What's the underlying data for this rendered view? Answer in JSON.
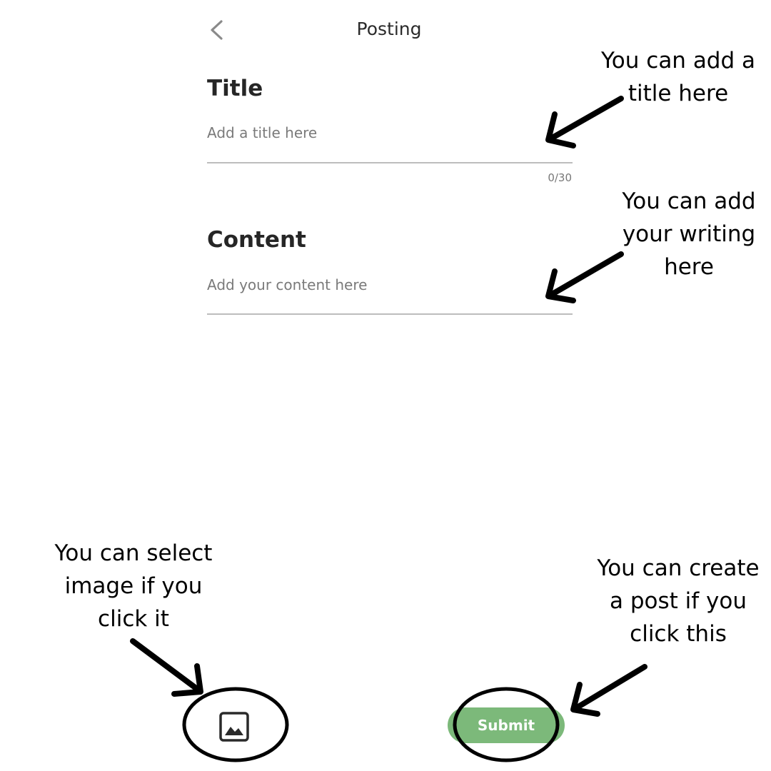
{
  "header": {
    "back_icon": "chevron-left-icon",
    "title": "Posting"
  },
  "form": {
    "title_section": {
      "label": "Title",
      "placeholder": "Add a title here",
      "value": "",
      "counter": "0/30"
    },
    "content_section": {
      "label": "Content",
      "placeholder": "Add your content here",
      "value": ""
    }
  },
  "bottom_bar": {
    "image_icon": "image-icon",
    "submit_label": "Submit",
    "submit_color": "#7cb97a"
  },
  "annotations": {
    "title_note": "You can add a\ntitle here",
    "content_note": "You can add\nyour writing\nhere",
    "image_note": "You can select\nimage if you\nclick it",
    "submit_note": "You can create\na post if you\nclick this"
  }
}
